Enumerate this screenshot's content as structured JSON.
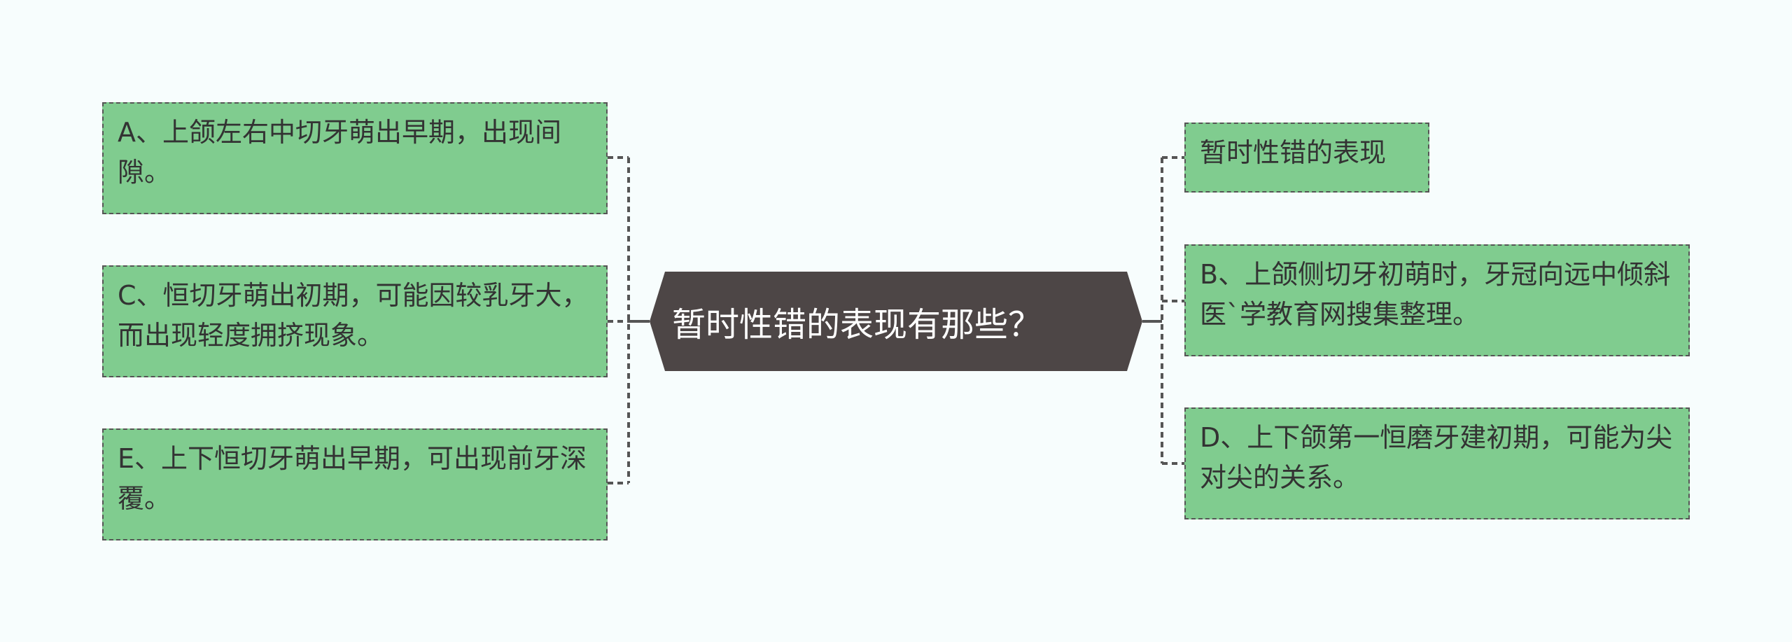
{
  "central_topic": "暂时性错的表现有那些？",
  "left_nodes": [
    "A、上颌左右中切牙萌出早期，出现间隙。",
    "C、恒切牙萌出初期，可能因较乳牙大，而出现轻度拥挤现象。",
    "E、上下恒切牙萌出早期，可出现前牙深覆。"
  ],
  "right_nodes": [
    "暂时性错的表现",
    "B、上颌侧切牙初萌时，牙冠向远中倾斜医`学教育网搜集整理。",
    "D、上下颌第一恒磨牙建初期，可能为尖对尖的关系。"
  ],
  "colors": {
    "background": "#f7fdfd",
    "node_fill": "#80cc8f",
    "node_border": "#555555",
    "center_fill": "#4d4646",
    "connector": "#555555"
  }
}
